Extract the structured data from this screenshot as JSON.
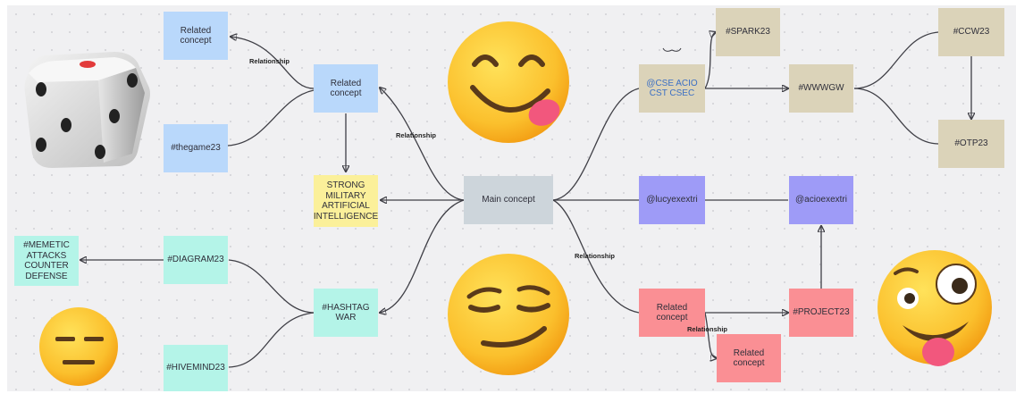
{
  "nodes": {
    "related_top": "Related concept",
    "related_mid": "Related concept",
    "thegame": "#thegame23",
    "strong_ai": "STRONG MILITARY ARTIFICIAL INTELLIGENCE",
    "main": "Main concept",
    "diagram": "#DIAGRAM23",
    "memetic": "#MEMETIC ATTACKS COUNTER DEFENSE",
    "hashtag_war": "#HASHTAG WAR",
    "hivemind": "#HIVEMIND23",
    "cse": "@CSE ACIO CST CSEC",
    "spark": "#SPARK23",
    "wwwgw": "#WWWGW",
    "ccw": "#CCW23",
    "otp": "#OTP23",
    "lucy": "@lucyexextri",
    "acio": "@acioexextri",
    "related_red": "Related concept",
    "project": "#PROJECT23",
    "related_red2": "Related concept"
  },
  "relationships": {
    "r1": "Relationship",
    "r2": "Relationship",
    "r3": "Relationship",
    "r4": "Relationship"
  },
  "colors": {
    "blue": "#b9d8fb",
    "tan": "#dbd3b9",
    "purple": "#9e9bf7",
    "mint": "#b4f4e8",
    "yellow": "#fbf09a",
    "red": "#fa8f94",
    "grey": "#cdd5db",
    "cse_text": "#3b6fc4"
  },
  "icons": [
    "dice-icon",
    "yum-emoji-icon",
    "smirk-emoji-icon",
    "expressionless-emoji-icon",
    "zany-emoji-icon"
  ]
}
